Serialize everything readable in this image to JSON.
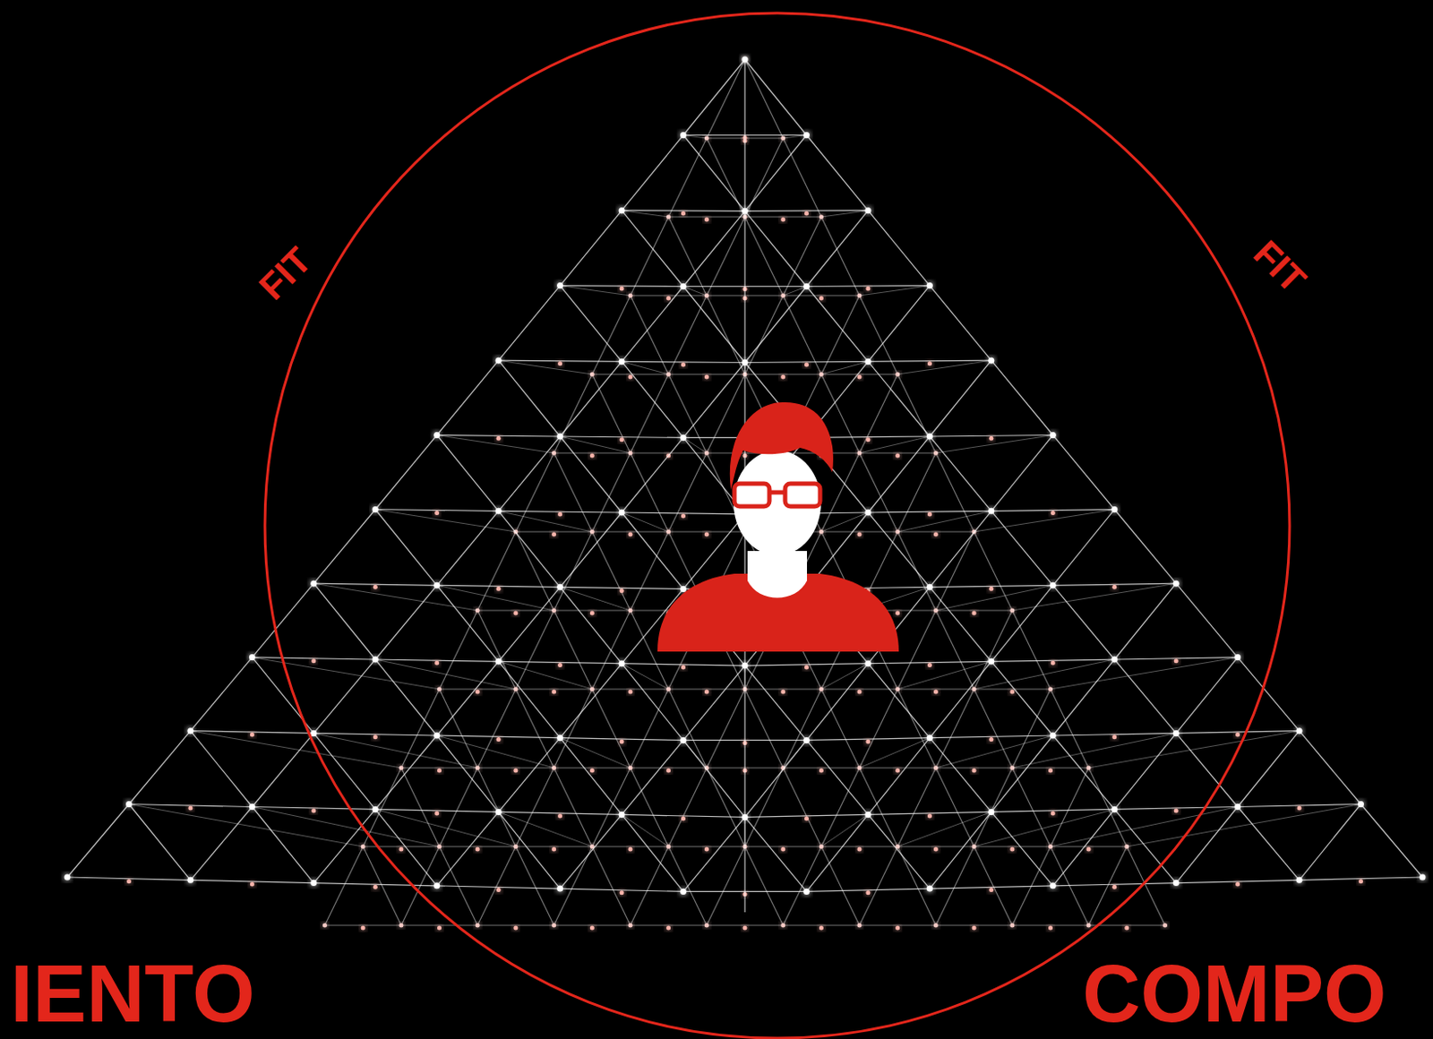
{
  "diagram": {
    "labels": [
      "FIT",
      "FIT",
      "IENTO",
      "COMPO"
    ]
  }
}
